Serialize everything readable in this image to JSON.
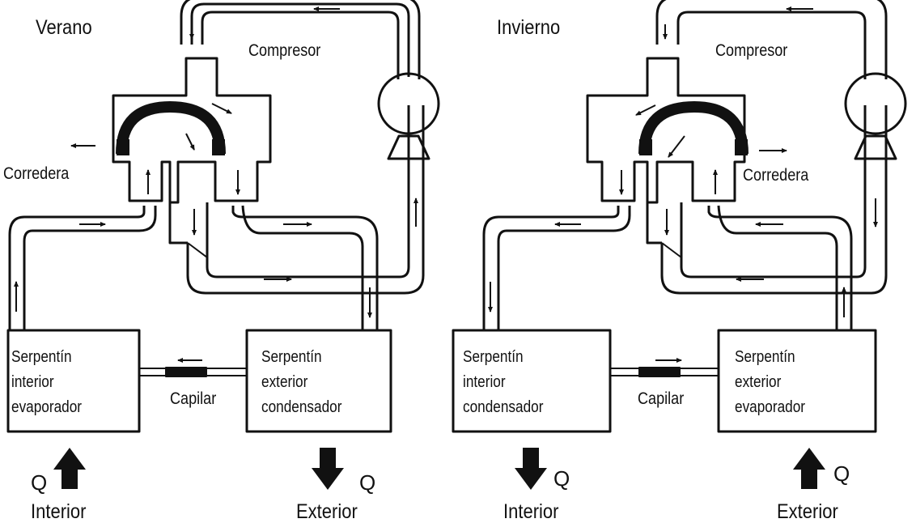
{
  "left": {
    "title": "Verano",
    "compressor": "Compresor",
    "slide": "Corredera",
    "indoor_coil": [
      "Serpentín",
      "interior",
      "evaporador"
    ],
    "outdoor_coil": [
      "Serpentín",
      "exterior",
      "condensador"
    ],
    "capillary": "Capilar",
    "indoor_q": "Q",
    "indoor_place": "Interior",
    "indoor_arrow": "up",
    "outdoor_q": "Q",
    "outdoor_place": "Exterior",
    "outdoor_arrow": "down"
  },
  "right": {
    "title": "Invierno",
    "compressor": "Compresor",
    "slide": "Corredera",
    "indoor_coil": [
      "Serpentín",
      "interior",
      "condensador"
    ],
    "outdoor_coil": [
      "Serpentín",
      "exterior",
      "evaporador"
    ],
    "capillary": "Capilar",
    "indoor_q": "Q",
    "indoor_place": "Interior",
    "indoor_arrow": "down",
    "outdoor_q": "Q",
    "outdoor_place": "Exterior",
    "outdoor_arrow": "up"
  }
}
